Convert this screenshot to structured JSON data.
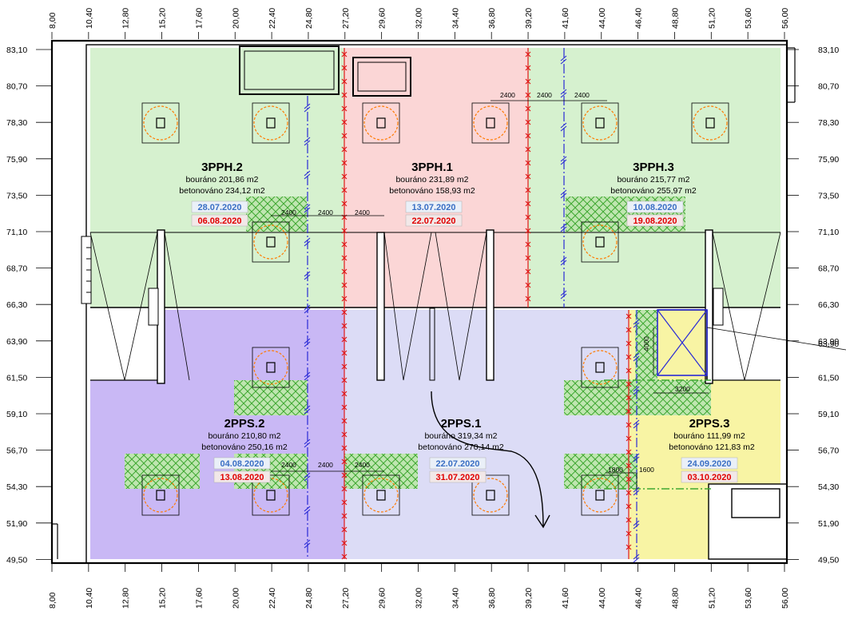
{
  "grid": {
    "x_labels": [
      "8,00",
      "10,40",
      "12,80",
      "15,20",
      "17,60",
      "20,00",
      "22,40",
      "24,80",
      "27,20",
      "29,60",
      "32,00",
      "34,40",
      "36,80",
      "39,20",
      "41,60",
      "44,00",
      "46,40",
      "48,80",
      "51,20",
      "53,60",
      "56,00"
    ],
    "y_labels": [
      "83,10",
      "80,70",
      "78,30",
      "75,90",
      "73,50",
      "71,10",
      "68,70",
      "66,30",
      "63,90",
      "61,50",
      "59,10",
      "56,70",
      "54,30",
      "51,90",
      "49,50"
    ]
  },
  "zones": {
    "ppH2": {
      "name": "3PPH.2",
      "bourano": "bouráno 201,86 m2",
      "betonovano": "betonováno 234,12 m2",
      "date_demolished": "28.07.2020",
      "date_concreted": "06.08.2020"
    },
    "ppH1": {
      "name": "3PPH.1",
      "bourano": "bouráno 231,89 m2",
      "betonovano": "betonováno 158,93 m2",
      "date_demolished": "13.07.2020",
      "date_concreted": "22.07.2020"
    },
    "ppH3": {
      "name": "3PPH.3",
      "bourano": "bouráno 215,77 m2",
      "betonovano": "betonováno 255,97 m2",
      "date_demolished": "10.08.2020",
      "date_concreted": "19.08.2020"
    },
    "pps2": {
      "name": "2PPS.2",
      "bourano": "bouráno 210,80 m2",
      "betonovano": "betonováno 250,16 m2",
      "date_demolished": "04.08.2020",
      "date_concreted": "13.08.2020"
    },
    "pps1": {
      "name": "2PPS.1",
      "bourano": "bouráno 319,34 m2",
      "betonovano": "betonováno 270,14 m2",
      "date_demolished": "22.07.2020",
      "date_concreted": "31.07.2020"
    },
    "pps3": {
      "name": "2PPS.3",
      "bourano": "bouráno 111,99 m2",
      "betonovano": "betonováno 121,83 m2",
      "date_demolished": "24.09.2020",
      "date_concreted": "03.10.2020"
    }
  },
  "dims": {
    "d2400": "2400",
    "d4000": "4000",
    "d3200": "3200",
    "d1800": "1800",
    "d1600": "1600"
  },
  "colors": {
    "green_zone": "#d6f1cf",
    "pink_zone": "#fbd6d6",
    "purple_zone": "#c9b8f5",
    "lavender_zone": "#dcdcf6",
    "yellow_zone": "#f8f4a4",
    "hatch_green": "#4caf3a",
    "red_cut": "#e01818",
    "blue_joint": "#2a2ad6",
    "demolished_date": "#3a6fc4",
    "concreted_date": "#e00000"
  }
}
